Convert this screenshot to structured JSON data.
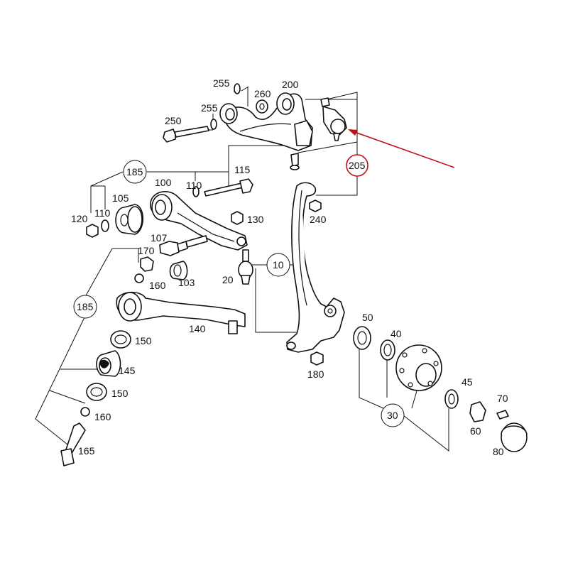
{
  "diagram": {
    "highlight_color": "#c0101a",
    "highlighted_part": "205",
    "labels": {
      "p255a": "255",
      "p260": "260",
      "p200": "200",
      "p250": "250",
      "p255b": "255",
      "p185a": "185",
      "p100": "100",
      "p115": "115",
      "p110a": "110",
      "p105": "105",
      "p130": "130",
      "p120": "120",
      "p110b": "110",
      "p107": "107",
      "p170": "170",
      "p103": "103",
      "p160a": "160",
      "p10": "10",
      "p20": "20",
      "p205": "205",
      "p240": "240",
      "p185b": "185",
      "p140": "140",
      "p150a": "150",
      "p145": "145",
      "p150b": "150",
      "p160b": "160",
      "p165": "165",
      "p50": "50",
      "p40": "40",
      "p180": "180",
      "p45": "45",
      "p70": "70",
      "p30": "30",
      "p60": "60",
      "p80": "80"
    }
  }
}
